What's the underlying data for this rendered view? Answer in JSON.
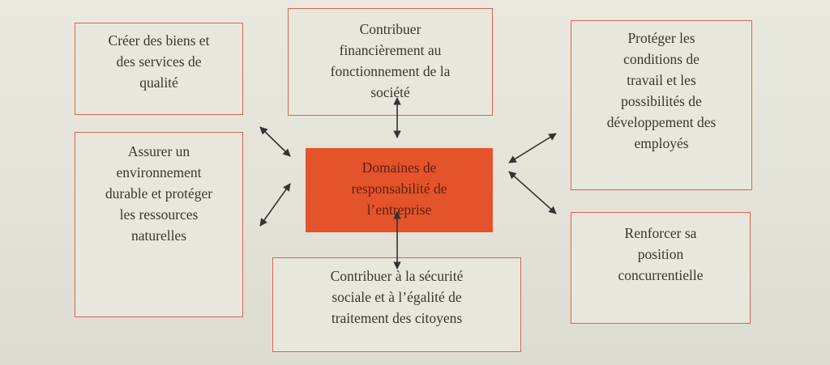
{
  "center": {
    "lines": [
      "Domaines de",
      "responsabilité de",
      "l’entreprise"
    ],
    "color": "#e5532b"
  },
  "boxes": [
    {
      "id": "biens-services",
      "lines": [
        "Créer des biens et",
        "des services de",
        "qualité"
      ]
    },
    {
      "id": "contribuer-financierement",
      "lines": [
        "Contribuer",
        "financièrement au",
        "fonctionnement de la",
        "société"
      ]
    },
    {
      "id": "proteger-conditions",
      "lines": [
        "Protéger les",
        "conditions de",
        "travail et les",
        "possibilités de",
        "développement des",
        "employés"
      ]
    },
    {
      "id": "environnement",
      "lines": [
        "Assurer un",
        "environnement",
        "durable et protéger",
        "les ressources",
        "naturelles"
      ]
    },
    {
      "id": "securite-sociale",
      "lines": [
        "Contribuer à la sécurité",
        "sociale et à l’égalité de",
        "traitement des citoyens"
      ]
    },
    {
      "id": "position-concurrentielle",
      "lines": [
        "Renforcer sa",
        "position",
        "concurrentielle"
      ]
    }
  ],
  "colors": {
    "border": "#d8654f",
    "arrow": "#333333"
  }
}
